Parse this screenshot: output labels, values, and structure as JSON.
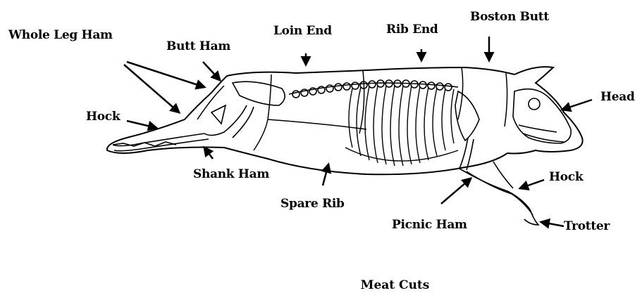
{
  "labels": {
    "whole_leg_ham": "Whole Leg Ham",
    "butt_ham": "Butt Ham",
    "loin_end": "Loin End",
    "rib_end": "Rib End",
    "boston_butt": "Boston Butt",
    "head": "Head",
    "hock_rear": "Hock",
    "shank_ham": "Shank Ham",
    "spare_rib": "Spare Rib",
    "hock_front": "Hock",
    "picnic_ham": "Picnic Ham",
    "trotter": "Trotter"
  },
  "caption": "Meat Cuts"
}
